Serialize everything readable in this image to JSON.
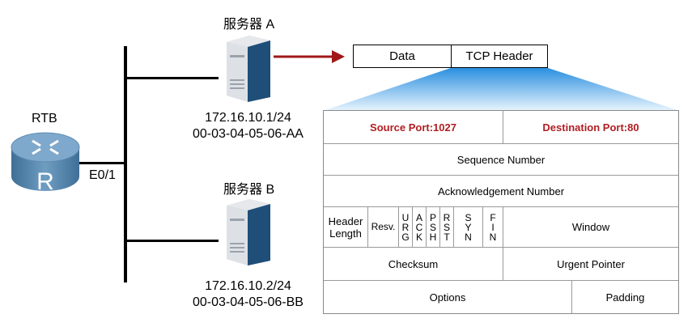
{
  "router": {
    "name": "RTB",
    "port": "E0/1",
    "glyph": "R"
  },
  "servers": [
    {
      "label": "服务器 A",
      "ip": "172.16.10.1/24",
      "mac": "00-03-04-05-06-AA"
    },
    {
      "label": "服务器 B",
      "ip": "172.16.10.2/24",
      "mac": "00-03-04-05-06-BB"
    }
  ],
  "packet": {
    "data": "Data",
    "header": "TCP Header"
  },
  "tcp_header": {
    "source_port": "Source  Port:1027",
    "destination_port": "Destination  Port:80",
    "sequence": "Sequence Number",
    "ack": "Acknowledgement Number",
    "header_length": "Header Length",
    "resv": "Resv.",
    "flags": [
      [
        "U",
        "R",
        "G"
      ],
      [
        "A",
        "C",
        "K"
      ],
      [
        "P",
        "S",
        "H"
      ],
      [
        "R",
        "S",
        "T"
      ],
      [
        "S",
        "Y",
        "N"
      ],
      [
        "F",
        "I",
        "N"
      ]
    ],
    "window": "Window",
    "checksum": "Checksum",
    "urgent_pointer": "Urgent  Pointer",
    "options": "Options",
    "padding": "Padding"
  },
  "colors": {
    "arrow": "#a01818",
    "highlight": "#b01e23",
    "fan": "#3aa0e8",
    "router": "#4d7fa5"
  }
}
